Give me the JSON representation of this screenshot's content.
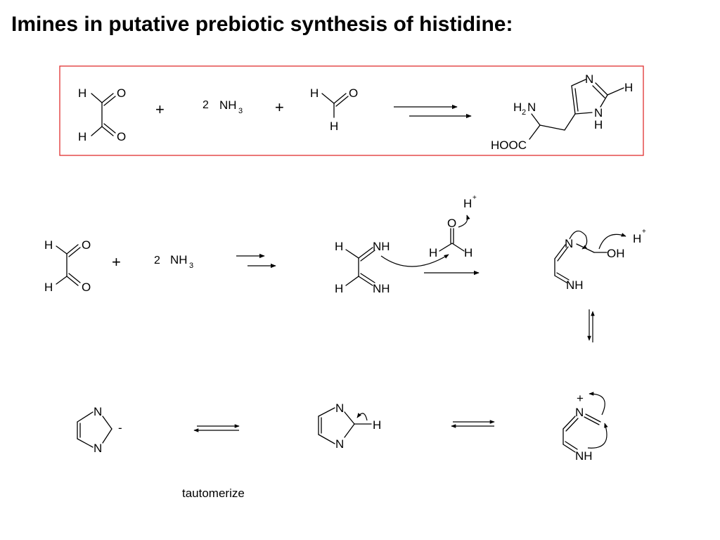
{
  "title": "Imines in putative prebiotic synthesis of histidine:",
  "colors": {
    "highlight_box": "#e03030",
    "ink": "#000000",
    "background": "#ffffff"
  },
  "labels": {
    "H": "H",
    "O": "O",
    "N": "N",
    "NH": "NH",
    "OH": "OH",
    "plus": "+",
    "minus": "-",
    "two": "2",
    "NH3_main": "NH",
    "NH3_sub": "3",
    "H2N_H": "H",
    "H2N_sub": "2",
    "H2N_N": "N",
    "HOOC": "HOOC",
    "H_plus_charge": "+",
    "N_plus_charge": "+"
  },
  "caption": "tautomerize"
}
